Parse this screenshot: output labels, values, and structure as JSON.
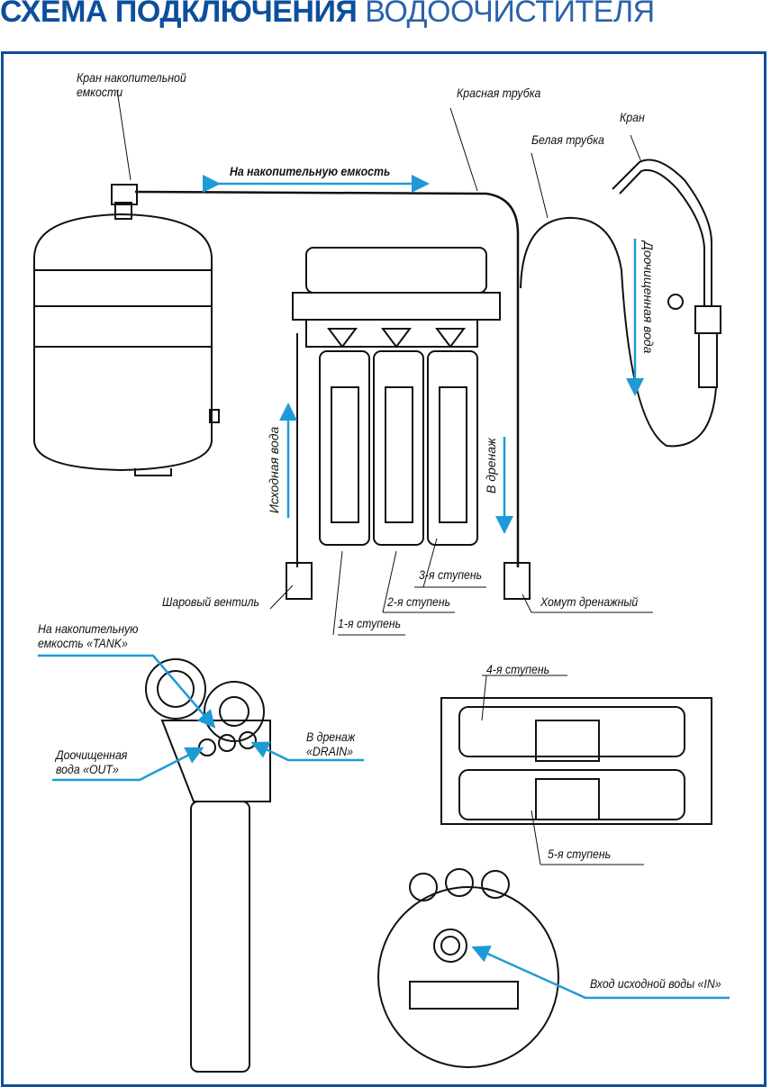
{
  "title": {
    "bold": "СХЕМА ПОДКЛЮЧЕНИЯ",
    "light": "ВОДООЧИСТИТЕЛЯ"
  },
  "colors": {
    "brand": "#0d4f9c",
    "arrow": "#1e9ad6",
    "line": "#111111"
  },
  "labels": {
    "tank_valve": [
      "Кран накопительной",
      "емкости"
    ],
    "red_tube": "Красная трубка",
    "faucet": "Кран",
    "white_tube": "Белая трубка",
    "to_tank": "На накопительную емкость",
    "purified_water": "Доочищенная вода",
    "source_water": "Исходная вода",
    "to_drain": "В дренаж",
    "ball_valve": "Шаровый вентиль",
    "stage3": "3-я ступень",
    "stage2": "2-я ступень",
    "stage1": "1-я ступень",
    "drain_clamp": "Хомут дренажный",
    "tank_port": [
      "На накопительную",
      "емкость «TANK»"
    ],
    "out_port": [
      "Доочищенная",
      "вода «OUT»"
    ],
    "drain_port": [
      "В дренаж",
      "«DRAIN»"
    ],
    "stage4": "4-я ступень",
    "stage5": "5-я ступень",
    "in_port": "Вход исходной воды «IN»"
  }
}
